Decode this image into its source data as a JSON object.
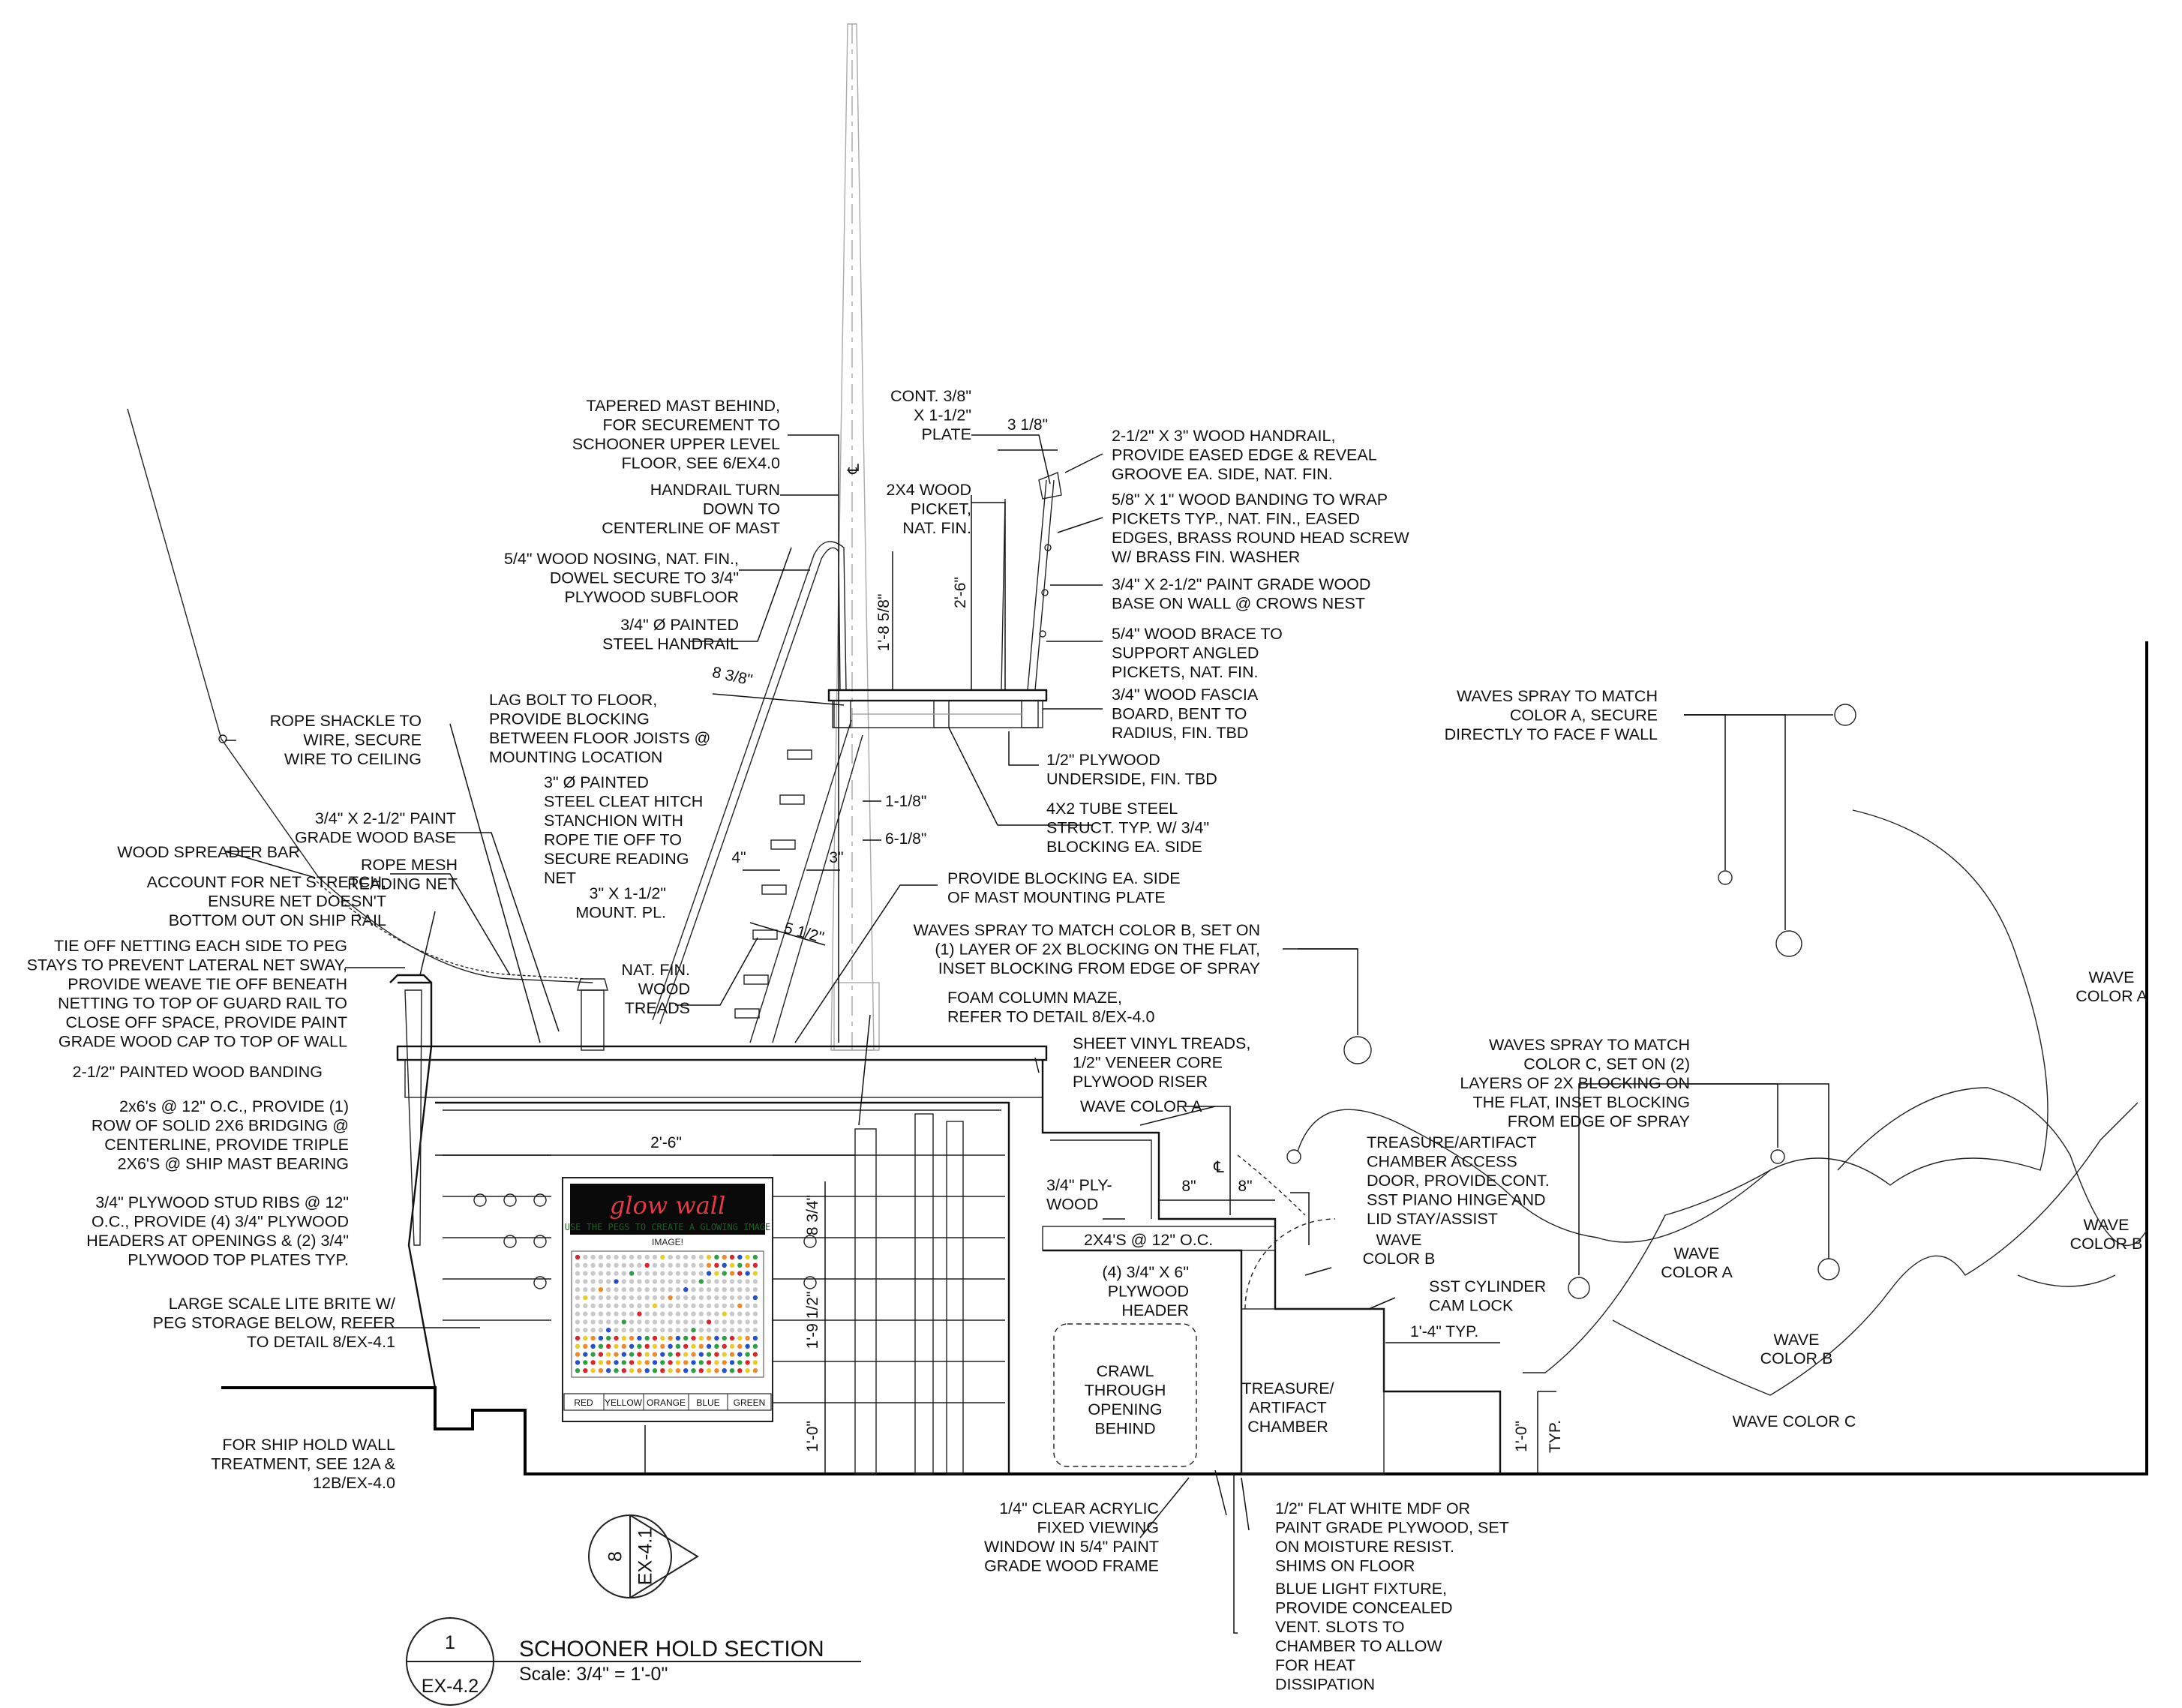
{
  "drawing": {
    "title": "SCHOONER HOLD SECTION",
    "scale": "Scale: 3/4\" = 1'-0\"",
    "detail_number": "1",
    "sheet_ref": "EX-4.2",
    "callout_number": "8",
    "callout_sheet": "EX-4.1"
  },
  "sign": {
    "title": "glow wall",
    "subtitle": "USE THE PEGS TO CREATE A GLOWING IMAGE",
    "image_label": "IMAGE!",
    "bins": [
      "RED",
      "YELLOW",
      "ORANGE",
      "BLUE",
      "GREEN"
    ]
  },
  "notes": {
    "mast": [
      "TAPERED MAST BEHIND,",
      "FOR SECUREMENT TO",
      "SCHOONER UPPER LEVEL",
      "FLOOR, SEE 6/EX4.0"
    ],
    "plate": [
      "CONT. 3/8\"",
      "X 1-1/2\"",
      "PLATE"
    ],
    "handrail_turn": [
      "HANDRAIL TURN",
      "DOWN TO",
      "CENTERLINE OF MAST"
    ],
    "picket": [
      "2X4 WOOD",
      "PICKET,",
      "NAT. FIN."
    ],
    "nosing": [
      "5/4\" WOOD NOSING, NAT. FIN.,",
      "DOWEL SECURE TO 3/4\"",
      "PLYWOOD SUBFLOOR"
    ],
    "steel_handrail": [
      "3/4\" Ø PAINTED",
      "STEEL HANDRAIL"
    ],
    "wood_handrail": [
      "2-1/2\" X 3\" WOOD HANDRAIL,",
      "PROVIDE EASED EDGE & REVEAL",
      "GROOVE EA. SIDE, NAT. FIN."
    ],
    "banding_wrap": [
      "5/8\" X 1\" WOOD BANDING TO WRAP",
      "PICKETS TYP., NAT. FIN., EASED",
      "EDGES, BRASS ROUND HEAD SCREW",
      "W/ BRASS FIN. WASHER"
    ],
    "crows_base": [
      "3/4\" X 2-1/2\" PAINT GRADE WOOD",
      "BASE ON WALL @ CROWS NEST"
    ],
    "brace": [
      "5/4\" WOOD BRACE TO",
      "SUPPORT ANGLED",
      "PICKETS, NAT. FIN."
    ],
    "fascia": [
      "3/4\" WOOD FASCIA",
      "BOARD, BENT TO",
      "RADIUS, FIN. TBD"
    ],
    "underside": [
      "1/2\" PLYWOOD",
      "UNDERSIDE, FIN. TBD"
    ],
    "tube_steel": [
      "4X2 TUBE STEEL",
      "STRUCT. TYP. W/ 3/4\"",
      "BLOCKING EA. SIDE"
    ],
    "rope_shackle": [
      "ROPE SHACKLE TO",
      "WIRE, SECURE",
      "WIRE TO CEILING"
    ],
    "lag_bolt": [
      "LAG BOLT TO FLOOR,",
      "PROVIDE BLOCKING",
      "BETWEEN FLOOR JOISTS @",
      "MOUNTING LOCATION"
    ],
    "cleat": [
      "3\" Ø PAINTED",
      "STEEL CLEAT HITCH",
      "STANCHION WITH",
      "ROPE TIE OFF TO",
      "SECURE READING",
      "NET"
    ],
    "wood_base": [
      "3/4\" X 2-1/2\" PAINT",
      "GRADE WOOD BASE"
    ],
    "spreader": [
      "WOOD SPREADER BAR"
    ],
    "rope_mesh": [
      "ROPE MESH",
      "READING NET"
    ],
    "net_stretch": [
      "ACCOUNT FOR NET STRETCH,",
      "ENSURE NET DOESN'T",
      "BOTTOM OUT ON SHIP RAIL"
    ],
    "mount_plate": [
      "3\" X 1-1/2\"",
      "MOUNT. PL."
    ],
    "tie_off": [
      "TIE OFF NETTING EACH SIDE TO PEG",
      "STAYS TO PREVENT LATERAL NET SWAY,",
      "PROVIDE WEAVE TIE OFF BENEATH",
      "NETTING TO TOP OF GUARD RAIL TO",
      "CLOSE OFF SPACE, PROVIDE PAINT",
      "GRADE WOOD CAP TO TOP OF WALL"
    ],
    "treads": [
      "NAT. FIN.",
      "WOOD",
      "TREADS"
    ],
    "blocking_mast": [
      "PROVIDE BLOCKING EA. SIDE",
      "OF MAST MOUNTING PLATE"
    ],
    "spray_b": [
      "WAVES SPRAY TO MATCH COLOR B, SET ON",
      "(1) LAYER OF 2X BLOCKING ON THE FLAT,",
      "INSET BLOCKING FROM EDGE OF SPRAY"
    ],
    "foam": [
      "FOAM COLUMN MAZE,",
      "REFER TO DETAIL 8/EX-4.0"
    ],
    "painted_banding": [
      "2-1/2\" PAINTED WOOD BANDING"
    ],
    "vinyl": [
      "SHEET VINYL TREADS,",
      "1/2\" VENEER CORE",
      "PLYWOOD RISER"
    ],
    "studs": [
      "2x6's @ 12\" O.C., PROVIDE (1)",
      "ROW OF SOLID 2X6 BRIDGING @",
      "CENTERLINE, PROVIDE TRIPLE",
      "2X6'S @ SHIP MAST BEARING"
    ],
    "wave_color_a_label": [
      "WAVE COLOR A"
    ],
    "ribs": [
      "3/4\" PLYWOOD STUD RIBS @ 12\"",
      "O.C., PROVIDE (4) 3/4\" PLYWOOD",
      "HEADERS AT OPENINGS & (2) 3/4\"",
      "PLYWOOD TOP PLATES TYP."
    ],
    "lite_brite": [
      "LARGE SCALE LITE BRITE W/",
      "PEG STORAGE BELOW, REFER",
      "TO DETAIL 8/EX-4.1"
    ],
    "ply": [
      "3/4\" PLY-",
      "WOOD"
    ],
    "joists": [
      "2X4'S @ 12\" O.C."
    ],
    "header": [
      "(4) 3/4\" X 6\"",
      "PLYWOOD",
      "HEADER"
    ],
    "crawl": [
      "CRAWL",
      "THROUGH",
      "OPENING",
      "BEHIND"
    ],
    "treasure": [
      "TREASURE/",
      "ARTIFACT",
      "CHAMBER"
    ],
    "access_door": [
      "TREASURE/ARTIFACT",
      "CHAMBER ACCESS",
      "DOOR, PROVIDE CONT.",
      "SST PIANO HINGE AND",
      "LID STAY/ASSIST"
    ],
    "cam_lock": [
      "SST CYLINDER",
      "CAM LOCK"
    ],
    "hold_wall": [
      "FOR SHIP HOLD WALL",
      "TREATMENT, SEE 12A &",
      "12B/EX-4.0"
    ],
    "acrylic": [
      "1/4\" CLEAR ACRYLIC",
      "FIXED VIEWING",
      "WINDOW IN 5/4\" PAINT",
      "GRADE WOOD FRAME"
    ],
    "mdf": [
      "1/2\" FLAT WHITE MDF OR",
      "PAINT GRADE PLYWOOD, SET",
      "ON MOISTURE RESIST.",
      "SHIMS ON FLOOR"
    ],
    "blue_light": [
      "BLUE LIGHT FIXTURE,",
      "PROVIDE CONCEALED",
      "VENT. SLOTS TO",
      "CHAMBER TO ALLOW",
      "FOR HEAT",
      "DISSIPATION"
    ],
    "spray_a": [
      "WAVES SPRAY TO MATCH",
      "COLOR A, SECURE",
      "DIRECTLY TO FACE F WALL"
    ],
    "spray_c": [
      "WAVES SPRAY TO MATCH",
      "COLOR C, SET ON (2)",
      "LAYERS OF 2X BLOCKING ON",
      "THE FLAT, INSET BLOCKING",
      "FROM EDGE OF SPRAY"
    ]
  },
  "wave_labels": {
    "a_right": [
      "WAVE",
      "COLOR A"
    ],
    "b_right": [
      "WAVE",
      "COLOR B"
    ],
    "b_small": [
      "WAVE",
      "COLOR B"
    ],
    "a_mid": [
      "WAVE",
      "COLOR A"
    ],
    "b_mid": [
      "WAVE",
      "COLOR B"
    ],
    "c": "WAVE COLOR C"
  },
  "dimensions": {
    "d_3_1_8": "3 1/8\"",
    "d_2_6_rail": "2'-6\"",
    "d_1_8_5_8": "1'-8 5/8\"",
    "d_8_3_8": "8 3/8\"",
    "d_1_1_8": "1-1/8\"",
    "d_6_1_8": "6-1/8\"",
    "d_4": "4\"",
    "d_3": "3\"",
    "d_5_1_2": "5 1/2\"",
    "d_2_6_wall": "2'-6\"",
    "d_8_3_4": "8 3/4\"",
    "d_1_9_1_2": "1'-9 1/2\"",
    "d_1_0_left": "1'-0\"",
    "d_8_a": "8\"",
    "d_8_b": "8\"",
    "d_1_4_typ": "1'-4\" TYP.",
    "d_1_0_right": "1'-0\"",
    "typ": "TYP.",
    "cl": "℄"
  },
  "colors": {
    "peg_red": "#d7262c",
    "peg_yellow": "#e8cd2a",
    "peg_orange": "#ee8a2b",
    "peg_blue": "#2450c9",
    "peg_green": "#2f9e44",
    "sign_bg": "#0a0a0a"
  }
}
